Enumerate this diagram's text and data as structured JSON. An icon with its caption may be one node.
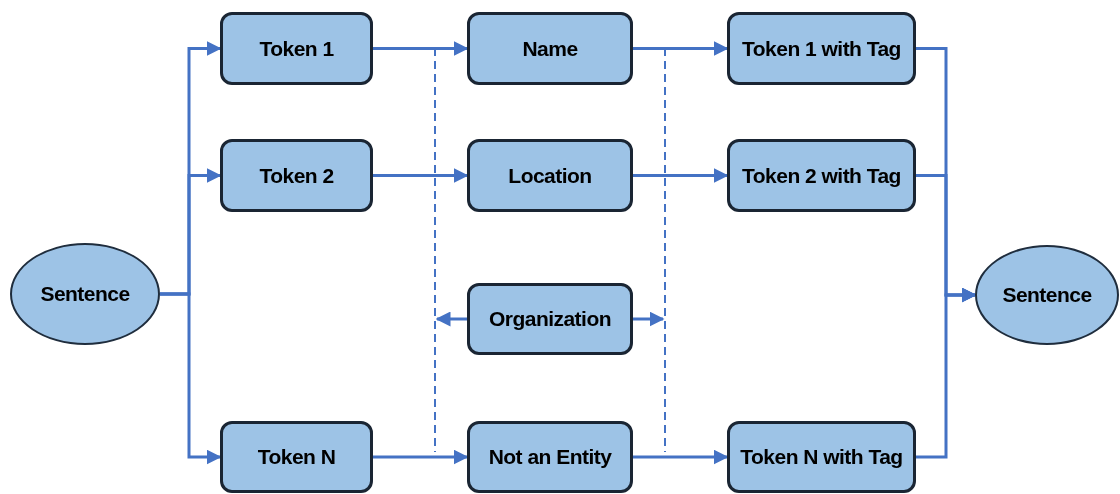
{
  "diagram": {
    "nodes": [
      {
        "text": [
          "Sentence"
        ]
      },
      {
        "text": [
          "Token 1"
        ]
      },
      {
        "text": [
          "Token 2"
        ]
      },
      {
        "text": [
          "Token N"
        ]
      },
      {
        "text": [
          "Name"
        ]
      },
      {
        "text": [
          "Location"
        ]
      },
      {
        "text": [
          "Organization"
        ]
      },
      {
        "text": [
          "Not an Entity"
        ]
      },
      {
        "text": [
          "Token 1 with Tag"
        ]
      },
      {
        "text": [
          "Token 2 with Tag"
        ]
      },
      {
        "text": [
          "Token N with Tag"
        ]
      },
      {
        "text": [
          "Sentence"
        ]
      }
    ],
    "edges": [
      {
        "from": 0,
        "to": 1,
        "arrow": "to"
      },
      {
        "from": 0,
        "to": 2,
        "arrow": "to"
      },
      {
        "from": 0,
        "to": 3,
        "arrow": "to"
      },
      {
        "from": 1,
        "to": 4,
        "arrow": "to"
      },
      {
        "from": 2,
        "to": 5,
        "arrow": "to"
      },
      {
        "from": 3,
        "to": 7,
        "arrow": "to"
      },
      {
        "from": 6,
        "to": null,
        "arrow": "to"
      },
      {
        "from": 6,
        "to": null,
        "arrow": "to"
      },
      {
        "from": 4,
        "to": 8,
        "arrow": "to"
      },
      {
        "from": 5,
        "to": 9,
        "arrow": "to"
      },
      {
        "from": 7,
        "to": 10,
        "arrow": "to"
      },
      {
        "from": 8,
        "to": 11,
        "arrow": "to"
      },
      {
        "from": 9,
        "to": 11,
        "arrow": "to"
      },
      {
        "from": 10,
        "to": 11,
        "arrow": "to"
      }
    ]
  }
}
